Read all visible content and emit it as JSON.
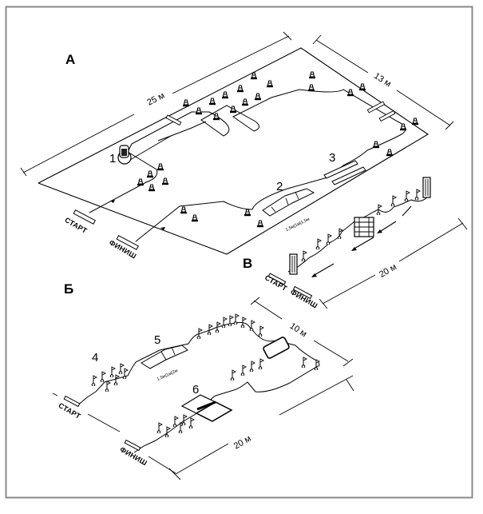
{
  "sections": {
    "a": {
      "letter": "А",
      "length": "25 м",
      "width": "13 м",
      "start": "СТАРТ",
      "finish": "ФИНИШ",
      "obstacles": [
        "1",
        "2",
        "3"
      ],
      "ramp_dims": "1,5м|1м|1,5м"
    },
    "b": {
      "letter": "Б",
      "length": "20 м",
      "width": "10 м",
      "start": "СТАРТ",
      "finish": "ФИНИШ",
      "obstacles": [
        "4",
        "5",
        "6"
      ],
      "ramp_dims": "1,5м|1м|2м"
    },
    "v": {
      "letter": "В",
      "length": "20 м",
      "start": "СТАРТ",
      "finish": "ФИНИШ"
    }
  },
  "colors": {
    "ink": "#000000",
    "frame": "#8a8a8a",
    "background": "#ffffff"
  }
}
